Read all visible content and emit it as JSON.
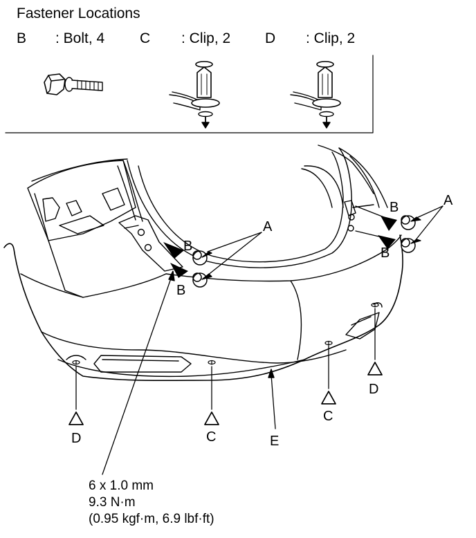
{
  "header": {
    "title": "Fastener Locations",
    "fasteners": [
      {
        "letter": "B",
        "desc": ": Bolt, 4"
      },
      {
        "letter": "C",
        "desc": ": Clip, 2"
      },
      {
        "letter": "D",
        "desc": ": Clip, 2"
      }
    ]
  },
  "callouts": {
    "a": "A",
    "b": "B",
    "c": "C",
    "d": "D",
    "e": "E"
  },
  "torque_spec": {
    "size": "6 x 1.0 mm",
    "torque_nm": "9.3 N·m",
    "torque_alt": "(0.95 kgf·m, 6.9 lbf·ft)"
  },
  "icons": [
    "bolt-icon",
    "clip-icon",
    "arrow-icon"
  ]
}
